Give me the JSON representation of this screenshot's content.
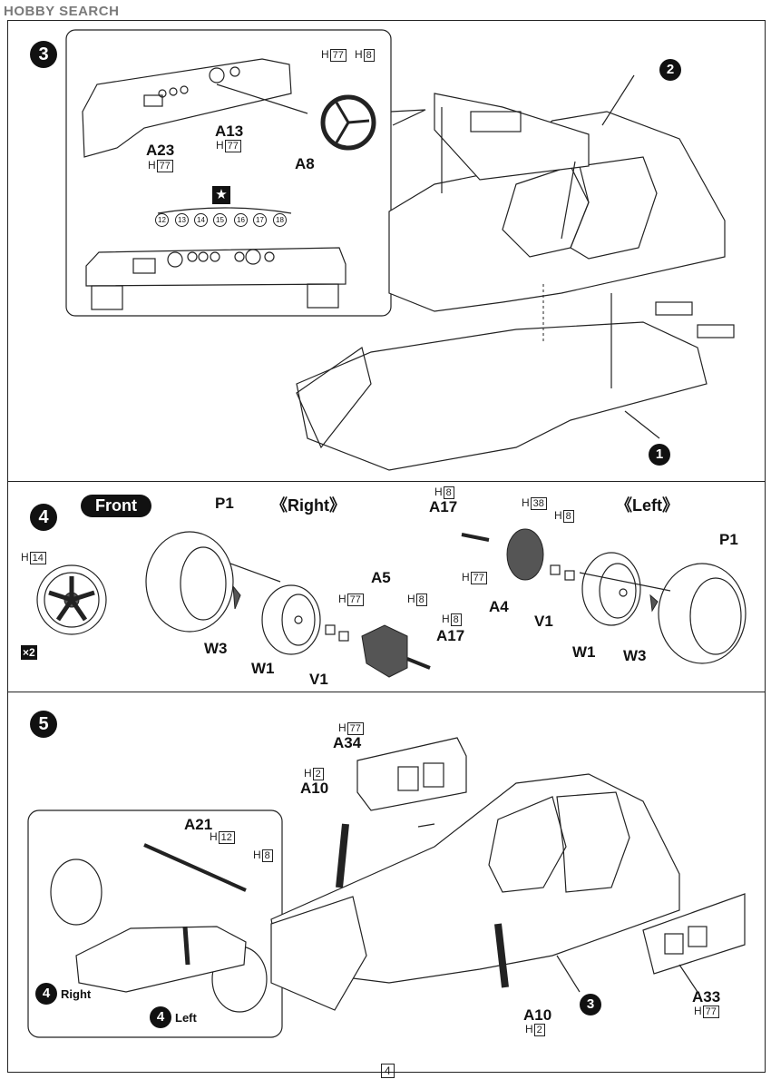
{
  "watermark": "HOBBY SEARCH",
  "page_number": "4",
  "step3": {
    "number": "3",
    "inset": {
      "paint_h77_top": {
        "h": "H",
        "code": "77"
      },
      "paint_h8_top": {
        "h": "H",
        "code": "8"
      },
      "part_a13": "A13",
      "paint_a13": {
        "h": "H",
        "code": "77"
      },
      "part_a8": "A8",
      "part_a23": "A23",
      "paint_a23": {
        "h": "H",
        "code": "77"
      },
      "decal_gauges": [
        "12",
        "13",
        "14",
        "15",
        "16",
        "17",
        "18"
      ]
    },
    "ref_step": "2",
    "ref_step_bottom": "1"
  },
  "step4": {
    "number": "4",
    "front_label": "Front",
    "right_label": "《Right》",
    "left_label": "《Left》",
    "wheel_paint": {
      "h": "H",
      "code": "14"
    },
    "qty": "×2",
    "right": {
      "p1": "P1",
      "w3": "W3",
      "w1": "W1",
      "v1": "V1",
      "a5": "A5",
      "a17": "A17",
      "paint_h77": {
        "h": "H",
        "code": "77"
      },
      "paint_h8": {
        "h": "H",
        "code": "8"
      },
      "paint_a17": {
        "h": "H",
        "code": "8"
      }
    },
    "left": {
      "a17": "A17",
      "paint_a17": {
        "h": "H",
        "code": "8"
      },
      "paint_h38": {
        "h": "H",
        "code": "38"
      },
      "paint_h8": {
        "h": "H",
        "code": "8"
      },
      "paint_h77": {
        "h": "H",
        "code": "77"
      },
      "a4": "A4",
      "v1": "V1",
      "w1": "W1",
      "w3": "W3",
      "p1": "P1"
    }
  },
  "step5": {
    "number": "5",
    "a34": "A34",
    "paint_a34": {
      "h": "H",
      "code": "77"
    },
    "a10_top": "A10",
    "paint_a10_top": {
      "h": "H",
      "code": "2"
    },
    "a10_bottom": "A10",
    "paint_a10_bottom": {
      "h": "H",
      "code": "2"
    },
    "a33": "A33",
    "paint_a33": {
      "h": "H",
      "code": "77"
    },
    "ref_step": "3",
    "inset": {
      "a21": "A21",
      "paint_h12": {
        "h": "H",
        "code": "12"
      },
      "paint_h8": {
        "h": "H",
        "code": "8"
      },
      "ref_right_num": "4",
      "ref_right_label": "Right",
      "ref_left_num": "4",
      "ref_left_label": "Left"
    }
  }
}
